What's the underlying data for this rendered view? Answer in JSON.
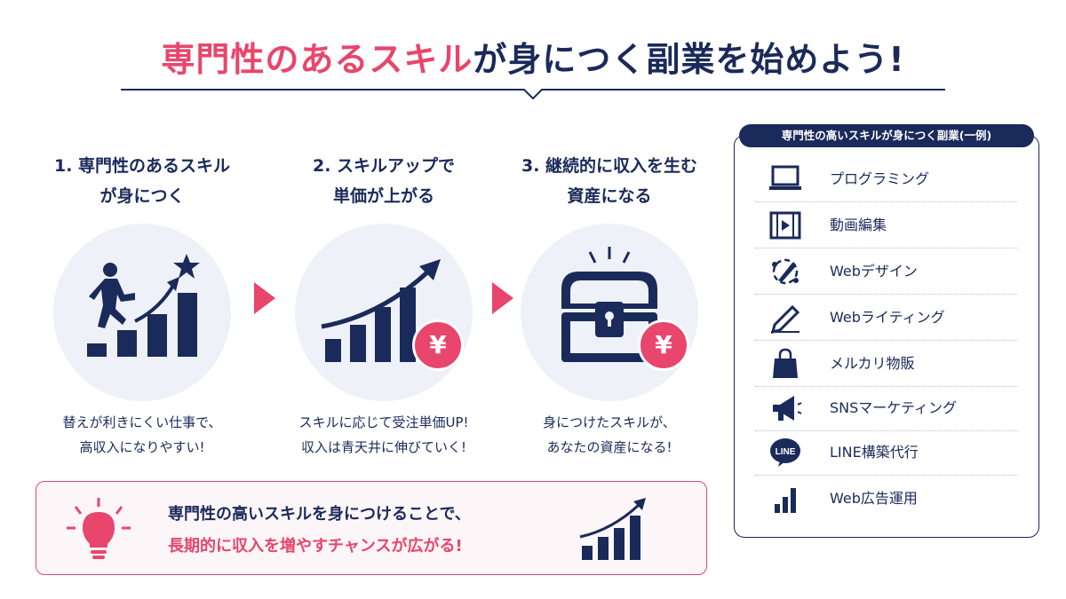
{
  "header": {
    "title_pink": "専門性のあるスキル",
    "title_navy": "が身につく副業を始めよう!"
  },
  "steps": [
    {
      "line1": "1. 専門性のあるスキル",
      "line2": "が身につく",
      "desc1": "替えが利きにくい仕事で、",
      "desc2": "高収入になりやすい!",
      "icon": "person-climbing-stairs-icon"
    },
    {
      "line1": "2. スキルアップで",
      "line2": "単価が上がる",
      "desc1": "スキルに応じて受注単価UP!",
      "desc2": "収入は青天井に伸びていく!",
      "icon": "growth-chart-icon",
      "badge": "¥"
    },
    {
      "line1": "3. 継続的に収入を生む",
      "line2": "資産になる",
      "desc1": "身につけたスキルが、",
      "desc2": "あなたの資産になる!",
      "icon": "treasure-chest-icon",
      "badge": "¥"
    }
  ],
  "bottom": {
    "line1": "専門性の高いスキルを身につけることで、",
    "line2": "長期的に収入を増やすチャンスが広がる!"
  },
  "panel": {
    "title": "専門性の高いスキルが身につく副業(一例)",
    "items": [
      {
        "label": "プログラミング",
        "icon": "laptop-icon"
      },
      {
        "label": "動画編集",
        "icon": "film-play-icon"
      },
      {
        "label": "Webデザイン",
        "icon": "design-pen-icon"
      },
      {
        "label": "Webライティング",
        "icon": "pencil-icon"
      },
      {
        "label": "メルカリ物販",
        "icon": "shopping-bag-icon"
      },
      {
        "label": "SNSマーケティング",
        "icon": "megaphone-icon"
      },
      {
        "label": "LINE構築代行",
        "icon": "line-logo-icon",
        "logo_text": "LINE"
      },
      {
        "label": "Web広告運用",
        "icon": "bar-chart-icon"
      }
    ]
  },
  "colors": {
    "navy": "#1a2a5a",
    "pink": "#e8466c",
    "circle_bg": "#eef1f8"
  }
}
